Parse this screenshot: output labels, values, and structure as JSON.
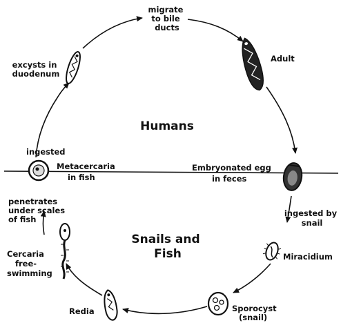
{
  "regions": {
    "top": "Humans",
    "bottom_line1": "Snails and",
    "bottom_line2": "Fish"
  },
  "stages": {
    "migrate": [
      "migrate",
      "to bile",
      "ducts"
    ],
    "adult": "Adult",
    "egg": [
      "Embryonated egg",
      "in feces"
    ],
    "ingested_snail": [
      "ingested by",
      "snail"
    ],
    "miracidium": "Miracidium",
    "sporocyst": [
      "Sporocyst",
      "(snail)"
    ],
    "redia": "Redia",
    "cercaria": [
      "Cercaria",
      "free-",
      "swimming"
    ],
    "penetrates": [
      "penetrates",
      "under scales",
      "of fish"
    ],
    "ingested": "ingested",
    "metacercaria": [
      "Metacercaria",
      "in fish"
    ],
    "excysts": [
      "excysts in",
      "duodenum"
    ]
  }
}
